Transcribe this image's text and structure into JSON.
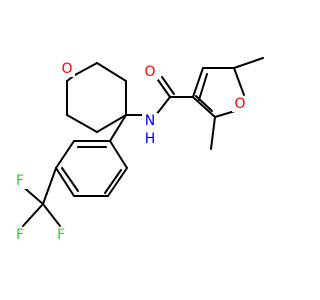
{
  "diagram": {
    "type": "chemical-structure",
    "colors": {
      "bond": "#000000",
      "oxygen": "#ff0000",
      "nitrogen": "#0000ff",
      "fluorine": "#33cc33",
      "background": "#ffffff"
    },
    "atom_labels": {
      "o_pyran": "O",
      "o_carbonyl": "O",
      "o_furan": "O",
      "n_amide": "N",
      "h_amide": "H",
      "f1": "F",
      "f2": "F",
      "f3": "F"
    }
  }
}
